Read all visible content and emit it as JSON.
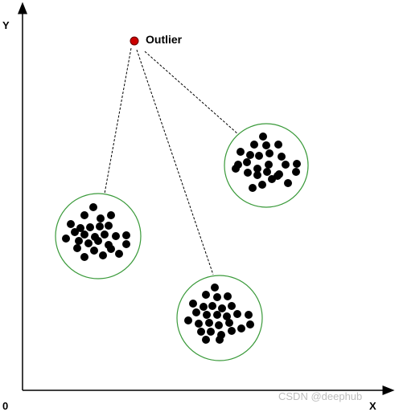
{
  "diagram": {
    "axis_labels": {
      "y": "Y",
      "x": "X",
      "origin": "0"
    },
    "outlier": {
      "label": "Outlier",
      "color": "#cc0000"
    },
    "cluster_ring_color": "#3a9a3a",
    "point_color": "#000000",
    "connector_style": "dashed",
    "clusters": [
      {
        "name": "left-cluster",
        "point_count": 24
      },
      {
        "name": "top-right-cluster",
        "point_count": 24
      },
      {
        "name": "bottom-cluster",
        "point_count": 24
      }
    ]
  },
  "watermark": "CSDN @deephub"
}
